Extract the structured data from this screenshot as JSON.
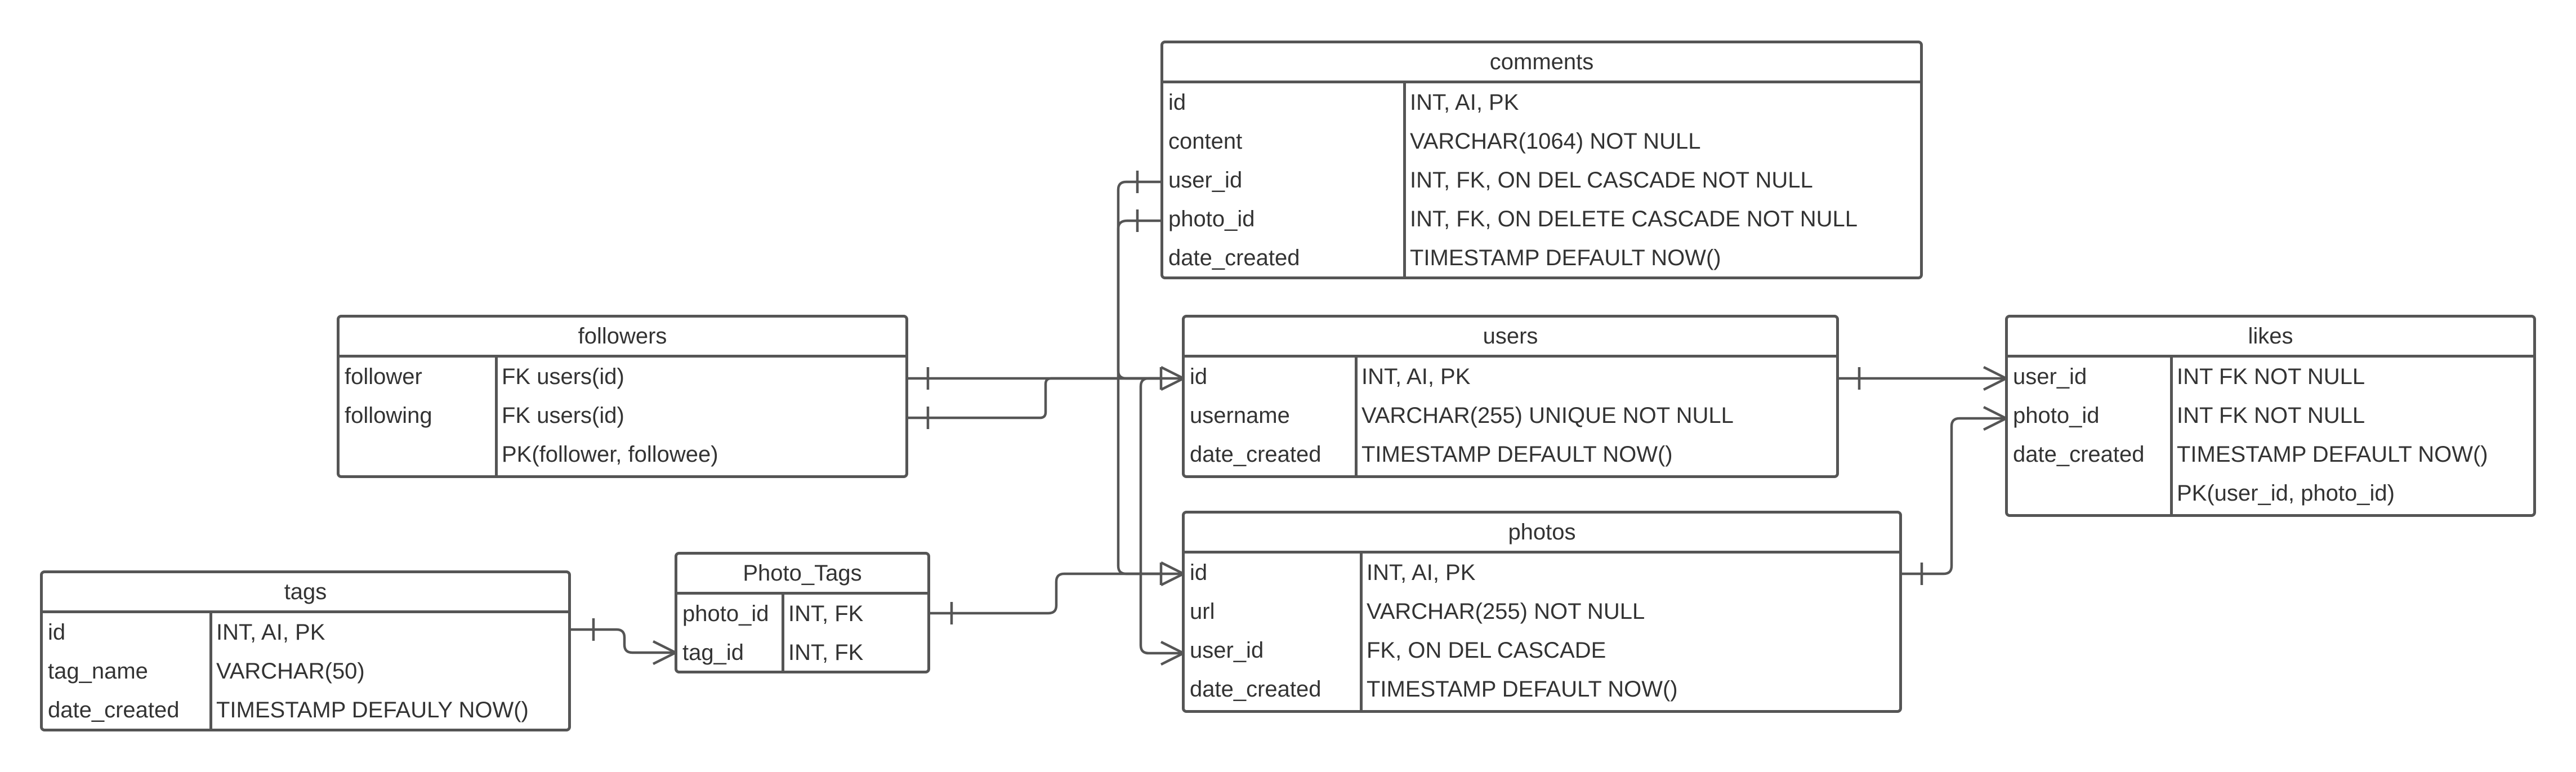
{
  "entities": {
    "comments": {
      "title": "comments",
      "fields": [
        {
          "name": "id",
          "type": "INT, AI, PK"
        },
        {
          "name": "content",
          "type": "VARCHAR(1064) NOT NULL"
        },
        {
          "name": "user_id",
          "type": "INT, FK, ON DEL CASCADE NOT NULL"
        },
        {
          "name": "photo_id",
          "type": "INT, FK, ON DELETE CASCADE NOT NULL"
        },
        {
          "name": "date_created",
          "type": "TIMESTAMP DEFAULT NOW()"
        }
      ]
    },
    "followers": {
      "title": "followers",
      "fields": [
        {
          "name": "follower",
          "type": "FK users(id)"
        },
        {
          "name": "following",
          "type": "FK users(id)"
        },
        {
          "name": "",
          "type": "PK(follower, followee)"
        }
      ]
    },
    "users": {
      "title": "users",
      "fields": [
        {
          "name": "id",
          "type": "INT, AI, PK"
        },
        {
          "name": "username",
          "type": "VARCHAR(255) UNIQUE NOT NULL"
        },
        {
          "name": "date_created",
          "type": "TIMESTAMP DEFAULT NOW()"
        }
      ]
    },
    "likes": {
      "title": "likes",
      "fields": [
        {
          "name": "user_id",
          "type": "INT FK NOT NULL"
        },
        {
          "name": "photo_id",
          "type": "INT FK NOT NULL"
        },
        {
          "name": "date_created",
          "type": "TIMESTAMP DEFAULT NOW()"
        },
        {
          "name": "",
          "type": "PK(user_id, photo_id)"
        }
      ]
    },
    "photos": {
      "title": "photos",
      "fields": [
        {
          "name": "id",
          "type": "INT, AI, PK"
        },
        {
          "name": "url",
          "type": "VARCHAR(255) NOT NULL"
        },
        {
          "name": "user_id",
          "type": "FK, ON DEL CASCADE"
        },
        {
          "name": "date_created",
          "type": "TIMESTAMP DEFAULT NOW()"
        }
      ]
    },
    "photo_tags": {
      "title": "Photo_Tags",
      "fields": [
        {
          "name": "photo_id",
          "type": "INT, FK"
        },
        {
          "name": "tag_id",
          "type": "INT, FK"
        }
      ]
    },
    "tags": {
      "title": "tags",
      "fields": [
        {
          "name": "id",
          "type": "INT, AI, PK"
        },
        {
          "name": "tag_name",
          "type": "VARCHAR(50)"
        },
        {
          "name": "date_created",
          "type": "TIMESTAMP DEFAULY NOW()"
        }
      ]
    }
  },
  "colors": {
    "line": "#555555",
    "text": "#333333",
    "background": "#ffffff"
  }
}
